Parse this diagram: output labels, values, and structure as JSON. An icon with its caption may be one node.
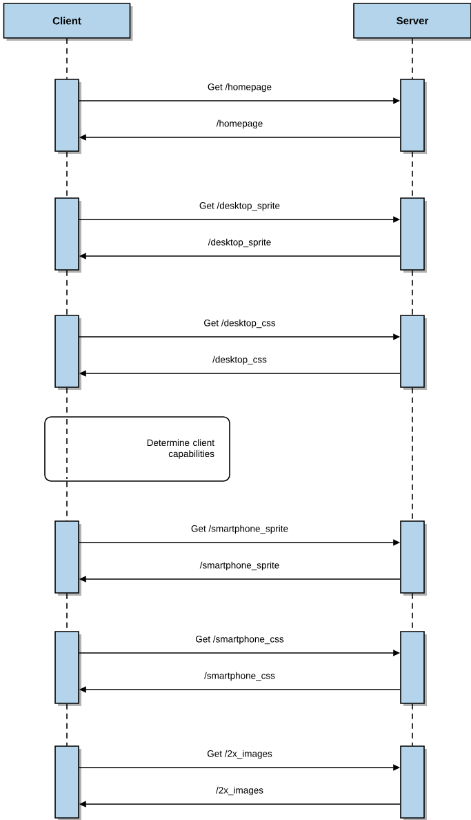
{
  "diagram": {
    "nodes": [
      {
        "text": [
          "Client"
        ]
      },
      {
        "text": [
          "Server"
        ]
      },
      {
        "text": [],
        "shape": "bar"
      },
      {
        "text": [],
        "shape": "bar"
      },
      {
        "text": [],
        "shape": "bar"
      },
      {
        "text": [],
        "shape": "bar"
      },
      {
        "text": [],
        "shape": "bar"
      },
      {
        "text": [],
        "shape": "bar"
      },
      {
        "text": [
          "Determine client capabilities"
        ]
      },
      {
        "text": [],
        "shape": "bar"
      },
      {
        "text": [],
        "shape": "bar"
      },
      {
        "text": [],
        "shape": "bar"
      },
      {
        "text": [],
        "shape": "bar"
      },
      {
        "text": [],
        "shape": "bar"
      },
      {
        "text": [],
        "shape": "bar"
      }
    ],
    "edges": [
      {
        "from": 0,
        "to": 2,
        "arrow": "none",
        "style": "dashed"
      },
      {
        "from": 1,
        "to": 3,
        "arrow": "none",
        "style": "dashed"
      },
      {
        "from": 2,
        "to": 3,
        "arrow": "to",
        "label": "Get /homepage"
      },
      {
        "from": 3,
        "to": 2,
        "arrow": "to",
        "label": "/homepage"
      },
      {
        "from": 2,
        "to": 4,
        "arrow": "none",
        "style": "dashed"
      },
      {
        "from": 3,
        "to": 5,
        "arrow": "none",
        "style": "dashed"
      },
      {
        "from": 4,
        "to": 5,
        "arrow": "to",
        "label": "Get /desktop_sprite"
      },
      {
        "from": 5,
        "to": 4,
        "arrow": "to",
        "label": "/desktop_sprite"
      },
      {
        "from": 4,
        "to": 6,
        "arrow": "none",
        "style": "dashed"
      },
      {
        "from": 5,
        "to": 7,
        "arrow": "none",
        "style": "dashed"
      },
      {
        "from": 6,
        "to": 7,
        "arrow": "to",
        "label": "Get /desktop_css"
      },
      {
        "from": 7,
        "to": 6,
        "arrow": "to",
        "label": "/desktop_css"
      },
      {
        "from": 6,
        "to": 8,
        "arrow": "none",
        "style": "dashed"
      },
      {
        "from": 8,
        "to": 9,
        "arrow": "none",
        "style": "dashed"
      },
      {
        "from": 7,
        "to": 10,
        "arrow": "none",
        "style": "dashed"
      },
      {
        "from": 9,
        "to": 10,
        "arrow": "to",
        "label": "Get /smartphone_sprite"
      },
      {
        "from": 10,
        "to": 9,
        "arrow": "to",
        "label": "/smartphone_sprite"
      },
      {
        "from": 9,
        "to": 11,
        "arrow": "none",
        "style": "dashed"
      },
      {
        "from": 10,
        "to": 12,
        "arrow": "none",
        "style": "dashed"
      },
      {
        "from": 11,
        "to": 12,
        "arrow": "to",
        "label": "Get /smartphone_css"
      },
      {
        "from": 12,
        "to": 11,
        "arrow": "to",
        "label": "/smartphone_css"
      },
      {
        "from": 11,
        "to": 13,
        "arrow": "none",
        "style": "dashed"
      },
      {
        "from": 12,
        "to": 14,
        "arrow": "none",
        "style": "dashed"
      },
      {
        "from": 13,
        "to": 14,
        "arrow": "to",
        "label": "Get /2x_images"
      },
      {
        "from": 14,
        "to": 13,
        "arrow": "to",
        "label": "/2x_images"
      }
    ]
  }
}
